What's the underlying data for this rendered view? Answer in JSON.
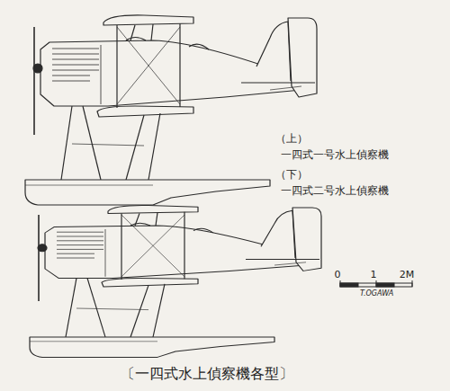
{
  "diagram": {
    "caption": "〔一四式水上偵察機各型〕",
    "labels": [
      "（上）",
      "一四式一号水上偵察機",
      "（下）",
      "一四式二号水上偵察機",
      "0",
      "1",
      "2M",
      "T.OGAWA"
    ]
  }
}
